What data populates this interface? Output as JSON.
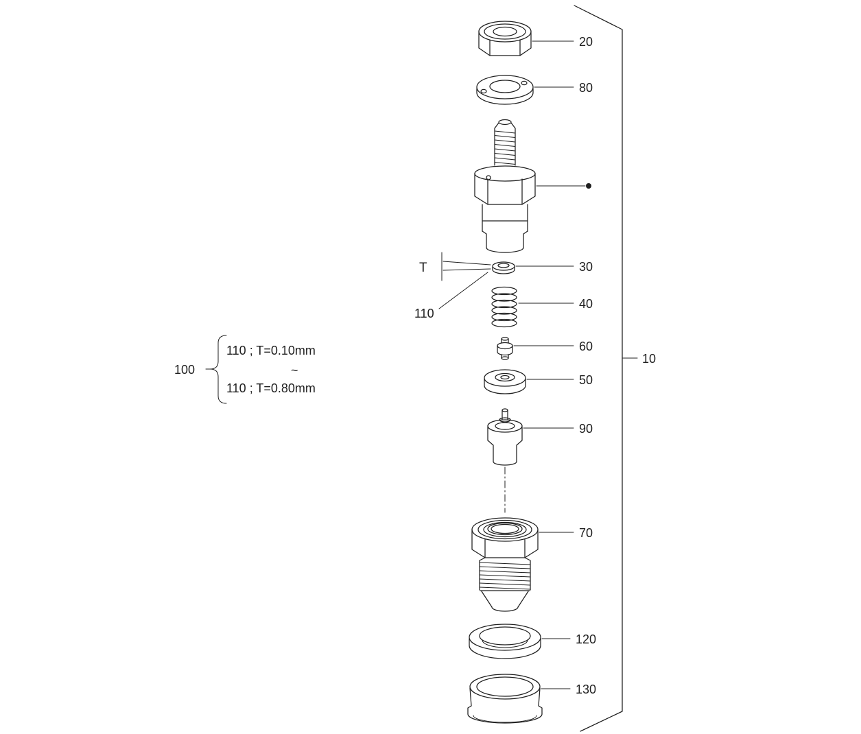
{
  "colors": {
    "ink": "#1f1f1f",
    "background": "#ffffff"
  },
  "callouts": {
    "p20": "20",
    "p80": "80",
    "p30": "30",
    "p40": "40",
    "p60": "60",
    "p50": "50",
    "p90": "90",
    "p70": "70",
    "p120": "120",
    "p130": "130",
    "assembly": "10"
  },
  "shim_note": {
    "group_label": "100",
    "line1": "110 ; T=0.10mm",
    "tilde": "~",
    "line2": "110 ; T=0.80mm",
    "thickness_symbol": "T",
    "shim_ref": "110"
  }
}
